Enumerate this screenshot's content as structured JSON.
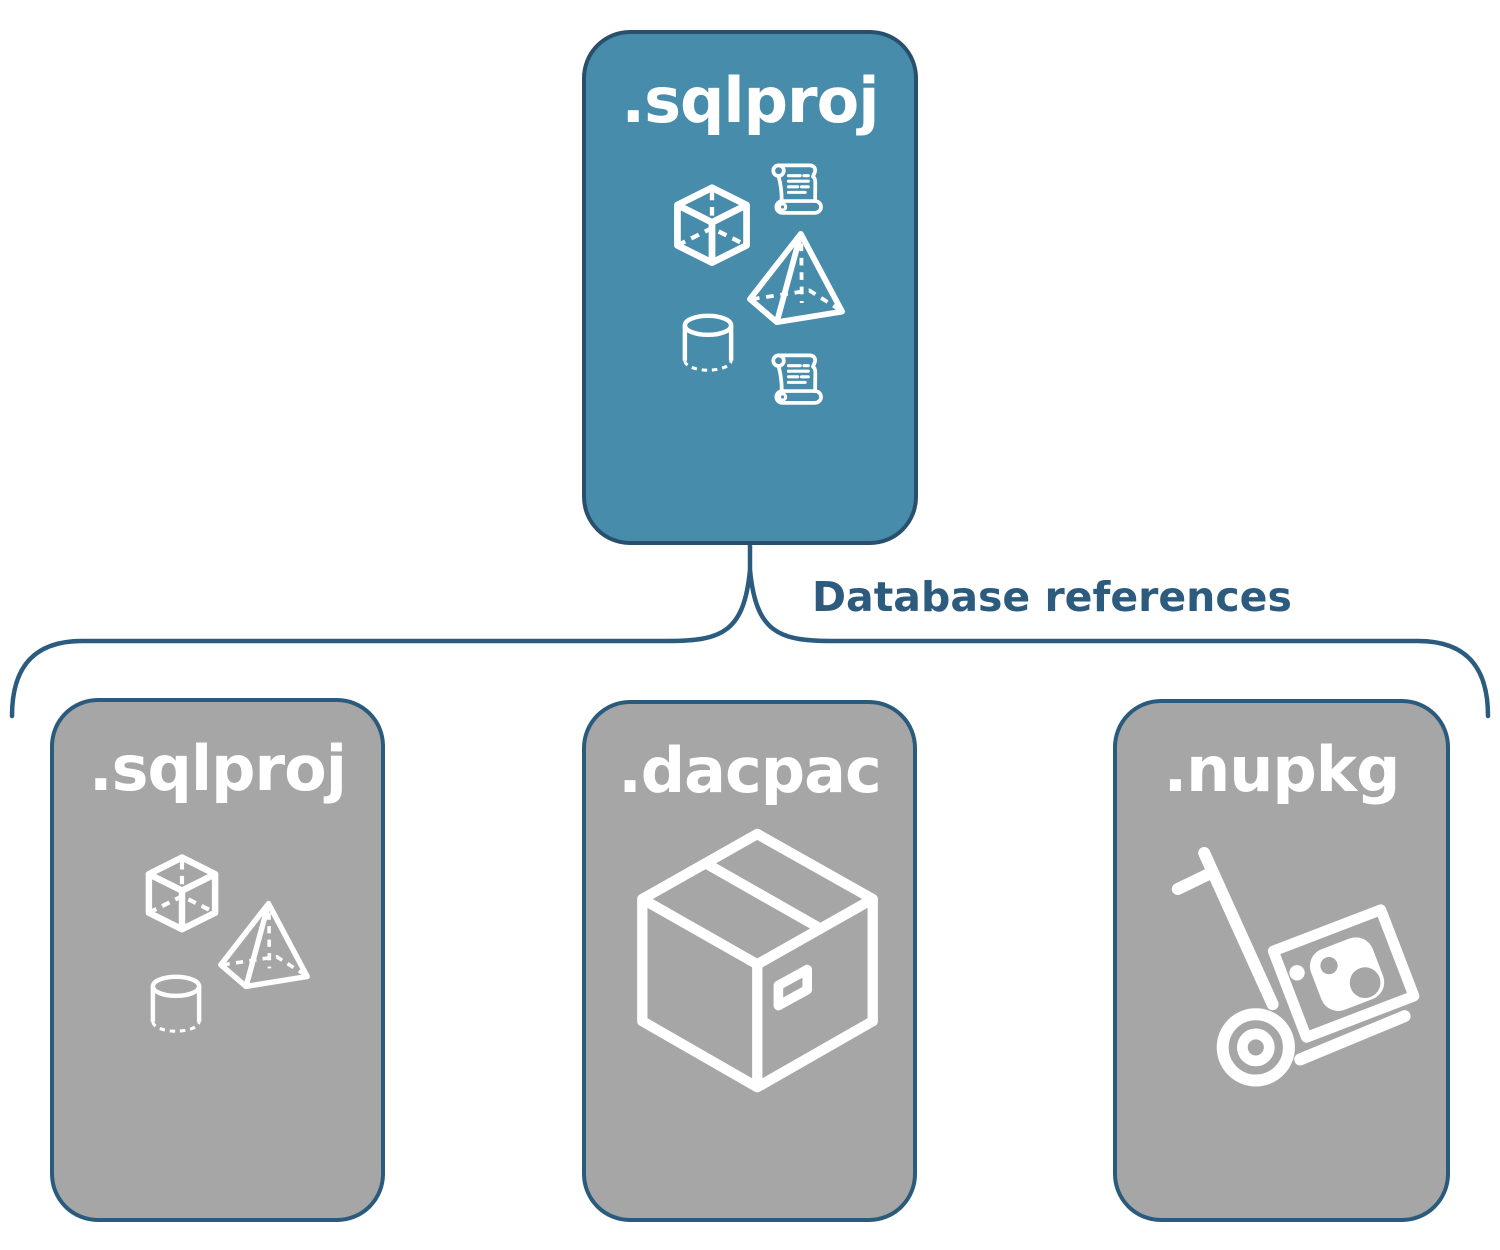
{
  "connector": {
    "label": "Database references"
  },
  "nodes": {
    "top": {
      "title": ".sqlproj",
      "icons": [
        "cube-icon",
        "scroll-icon",
        "pyramid-icon",
        "cylinder-icon",
        "scroll-icon"
      ]
    },
    "children": [
      {
        "id": "sqlproj",
        "title": ".sqlproj",
        "icons": [
          "cube-icon",
          "pyramid-icon",
          "cylinder-icon"
        ]
      },
      {
        "id": "dacpac",
        "title": ".dacpac",
        "icons": [
          "package-box-icon"
        ]
      },
      {
        "id": "nupkg",
        "title": ".nupkg",
        "icons": [
          "hand-truck-icon"
        ]
      }
    ]
  },
  "colors": {
    "accent-fill": "#488CAC",
    "accent-border": "#28506C",
    "node-fill": "#A6A6A6",
    "node-border": "#2A5A7C",
    "connector-color": "#2B5C7F",
    "label-color": "#2C5B7E",
    "title-color": "#FFFFFF",
    "icon-color": "#FFFFFF",
    "background": "#FFFFFF"
  }
}
